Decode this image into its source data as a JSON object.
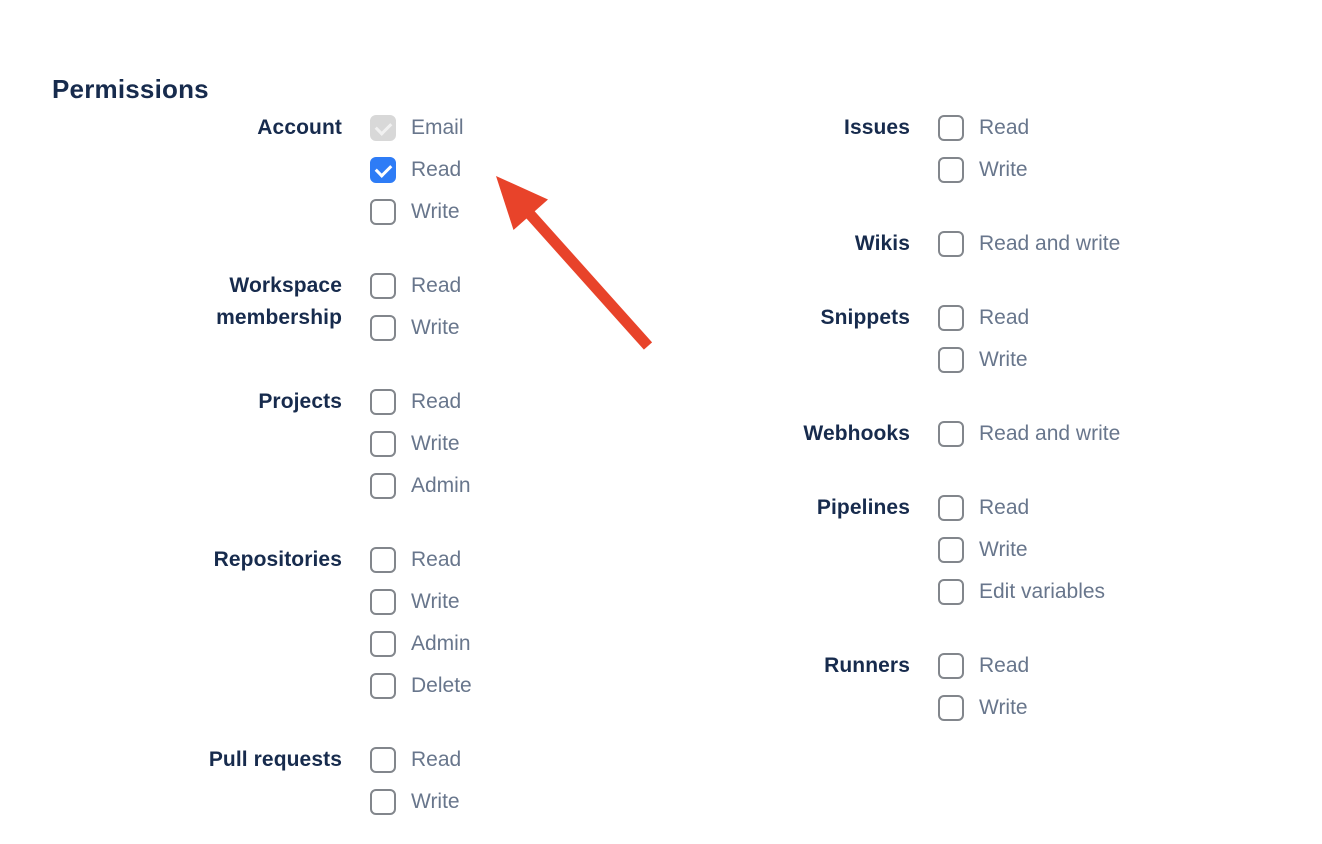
{
  "colors": {
    "heading": "#172b4d",
    "item_label": "#68768c",
    "checkbox_border": "#82868c",
    "checkbox_checked_bg": "#2e7cf6",
    "checkbox_disabled_bg": "#d8d8d8",
    "checkbox_disabled_check": "#f1f1f1",
    "arrow": "#e8432a"
  },
  "permissions": {
    "heading": "Permissions",
    "left_groups": [
      {
        "label": "Account",
        "items": [
          {
            "label": "Email",
            "state": "disabled_checked"
          },
          {
            "label": "Read",
            "state": "checked"
          },
          {
            "label": "Write",
            "state": "unchecked"
          }
        ]
      },
      {
        "label": "Workspace membership",
        "items": [
          {
            "label": "Read",
            "state": "unchecked"
          },
          {
            "label": "Write",
            "state": "unchecked"
          }
        ]
      },
      {
        "label": "Projects",
        "items": [
          {
            "label": "Read",
            "state": "unchecked"
          },
          {
            "label": "Write",
            "state": "unchecked"
          },
          {
            "label": "Admin",
            "state": "unchecked"
          }
        ]
      },
      {
        "label": "Repositories",
        "items": [
          {
            "label": "Read",
            "state": "unchecked"
          },
          {
            "label": "Write",
            "state": "unchecked"
          },
          {
            "label": "Admin",
            "state": "unchecked"
          },
          {
            "label": "Delete",
            "state": "unchecked"
          }
        ]
      },
      {
        "label": "Pull requests",
        "items": [
          {
            "label": "Read",
            "state": "unchecked"
          },
          {
            "label": "Write",
            "state": "unchecked"
          }
        ]
      }
    ],
    "right_groups": [
      {
        "label": "Issues",
        "items": [
          {
            "label": "Read",
            "state": "unchecked"
          },
          {
            "label": "Write",
            "state": "unchecked"
          }
        ]
      },
      {
        "label": "Wikis",
        "items": [
          {
            "label": "Read and write",
            "state": "unchecked"
          }
        ]
      },
      {
        "label": "Snippets",
        "items": [
          {
            "label": "Read",
            "state": "unchecked"
          },
          {
            "label": "Write",
            "state": "unchecked"
          }
        ]
      },
      {
        "label": "Webhooks",
        "items": [
          {
            "label": "Read and write",
            "state": "unchecked"
          }
        ]
      },
      {
        "label": "Pipelines",
        "items": [
          {
            "label": "Read",
            "state": "unchecked"
          },
          {
            "label": "Write",
            "state": "unchecked"
          },
          {
            "label": "Edit variables",
            "state": "unchecked"
          }
        ]
      },
      {
        "label": "Runners",
        "items": [
          {
            "label": "Read",
            "state": "unchecked"
          },
          {
            "label": "Write",
            "state": "unchecked"
          }
        ]
      }
    ]
  }
}
